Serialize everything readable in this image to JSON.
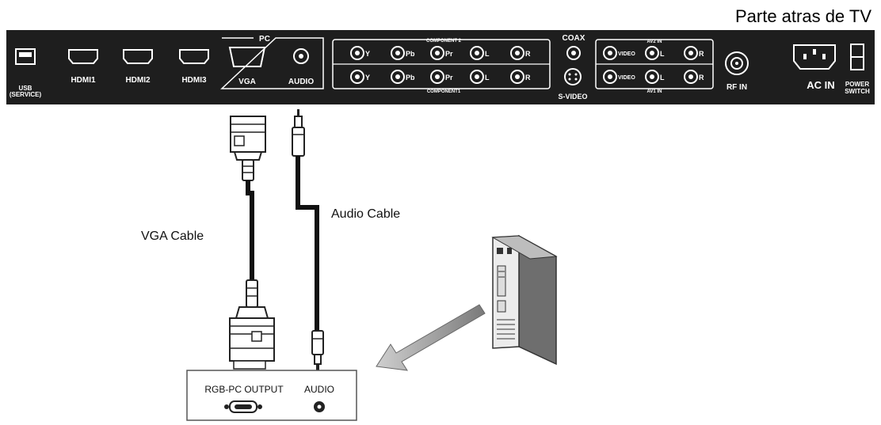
{
  "caption": "Parte atras de TV",
  "panel": {
    "usb_line1": "USB",
    "usb_line2": "(SERVICE)",
    "hdmi1": "HDMI1",
    "hdmi2": "HDMI2",
    "hdmi3": "HDMI3",
    "pc_group": "PC",
    "vga": "VGA",
    "audio": "AUDIO",
    "component2": "COMPONENT 2",
    "component1": "COMPONENT1",
    "comp_y": "Y",
    "comp_pb": "Pb",
    "comp_pr": "Pr",
    "comp_l": "L",
    "comp_r": "R",
    "coax": "COAX",
    "svideo": "S-VIDEO",
    "av2_in": "AV2 IN",
    "av1_in": "AV1 IN",
    "video": "VIDEO",
    "av_l": "L",
    "av_r": "R",
    "rf_in": "RF IN",
    "ac_in": "AC IN",
    "power_line1": "POWER",
    "power_line2": "SWITCH"
  },
  "cables": {
    "vga_cable": "VGA Cable",
    "audio_cable": "Audio Cable"
  },
  "pc_box": {
    "rgb_output": "RGB-PC OUTPUT",
    "audio": "AUDIO"
  }
}
